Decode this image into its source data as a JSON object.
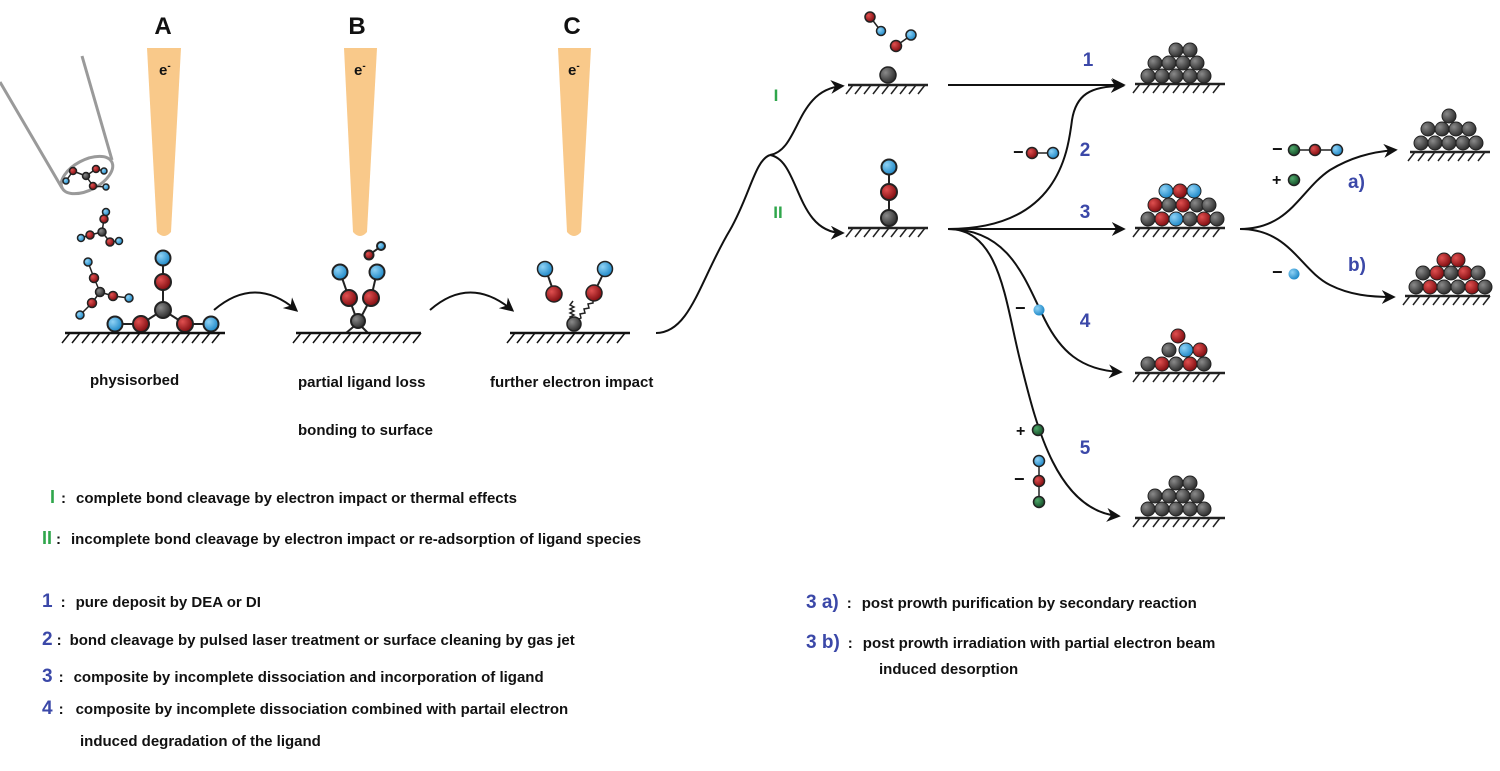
{
  "colors": {
    "carbon": "#3d3d3d",
    "oxygen": "#a30f14",
    "ligand_end": "#2f9fdc",
    "reagent": "#1e6b37",
    "beam": "#f9c98a",
    "roman": "#2fa64b",
    "number": "#3b48a8",
    "ink": "#111111"
  },
  "stages": {
    "A": {
      "label": "A",
      "caption": "physisorbed"
    },
    "B": {
      "label": "B",
      "caption_line1": "partial ligand loss",
      "caption_line2": "bonding to surface"
    },
    "C": {
      "label": "C",
      "caption": "further electron impact"
    }
  },
  "beam_label": "e",
  "beam_superscript": "-",
  "pathways": {
    "I": "I",
    "II": "II",
    "n1": "1",
    "n2": "2",
    "n3": "3",
    "n4": "4",
    "n5": "5",
    "a": "a)",
    "b": "b)",
    "minus": "−",
    "plus": "+"
  },
  "legend": {
    "I": {
      "key": "I",
      "sep": ":",
      "text": "complete bond cleavage by electron impact or thermal effects"
    },
    "II": {
      "key": "II",
      "sep": ":",
      "text": "incomplete bond cleavage by electron impact or re-adsorption of ligand species"
    },
    "n1": {
      "key": "1",
      "sep": ":",
      "text": "pure deposit by DEA or DI"
    },
    "n2": {
      "key": "2",
      "sep": ":",
      "text": "bond cleavage by  pulsed laser treatment or surface cleaning by gas jet"
    },
    "n3": {
      "key": "3",
      "sep": ":",
      "text": "composite by incomplete dissociation and incorporation of ligand"
    },
    "n4": {
      "key": "4",
      "sep": ":",
      "text_line1": "composite by incomplete dissociation combined with partail electron",
      "text_line2": "induced degradation of the ligand"
    },
    "n3a": {
      "key": "3 a)",
      "sep": ":",
      "text": "post prowth purification by secondary reaction"
    },
    "n3b": {
      "key": "3 b)",
      "sep": ":",
      "text_line1": "post prowth irradiation with partial electron beam",
      "text_line2": "induced  desorption"
    }
  }
}
